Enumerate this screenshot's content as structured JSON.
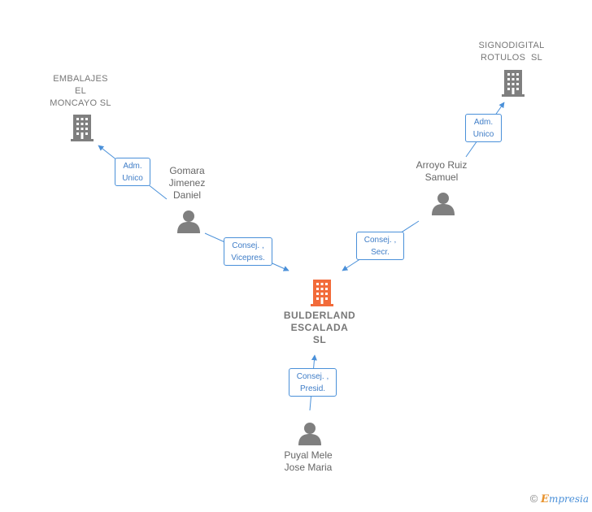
{
  "nodes": {
    "embalajes": {
      "name_lines": [
        "EMBALAJES",
        "EL",
        "MONCAYO SL"
      ]
    },
    "signodigital": {
      "name_lines": [
        "SIGNODIGITAL",
        "ROTULOS  SL"
      ]
    },
    "main": {
      "name_lines": [
        "BULDERLAND",
        "ESCALADA",
        "SL"
      ]
    },
    "gomara": {
      "name_lines": [
        "Gomara",
        "Jimenez",
        "Daniel"
      ]
    },
    "arroyo": {
      "name_lines": [
        "Arroyo Ruiz",
        "Samuel"
      ]
    },
    "puyal": {
      "name_lines": [
        "Puyal Mele",
        "Jose Maria"
      ]
    }
  },
  "relations": {
    "gomara_embalajes": [
      "Adm.",
      "Unico"
    ],
    "arroyo_signodigital": [
      "Adm.",
      "Unico"
    ],
    "gomara_main": [
      "Consej. ,",
      "Vicepres."
    ],
    "arroyo_main": [
      "Consej. ,",
      "Secr."
    ],
    "puyal_main": [
      "Consej. ,",
      "Presid."
    ]
  },
  "colors": {
    "company_gray": "#7f7f7f",
    "main_company": "#f26b3a",
    "person_gray": "#7f7f7f",
    "edge_blue": "#4a90d9"
  },
  "footer": {
    "copyright": "©",
    "brand_first": "E",
    "brand_rest": "mpresia"
  }
}
